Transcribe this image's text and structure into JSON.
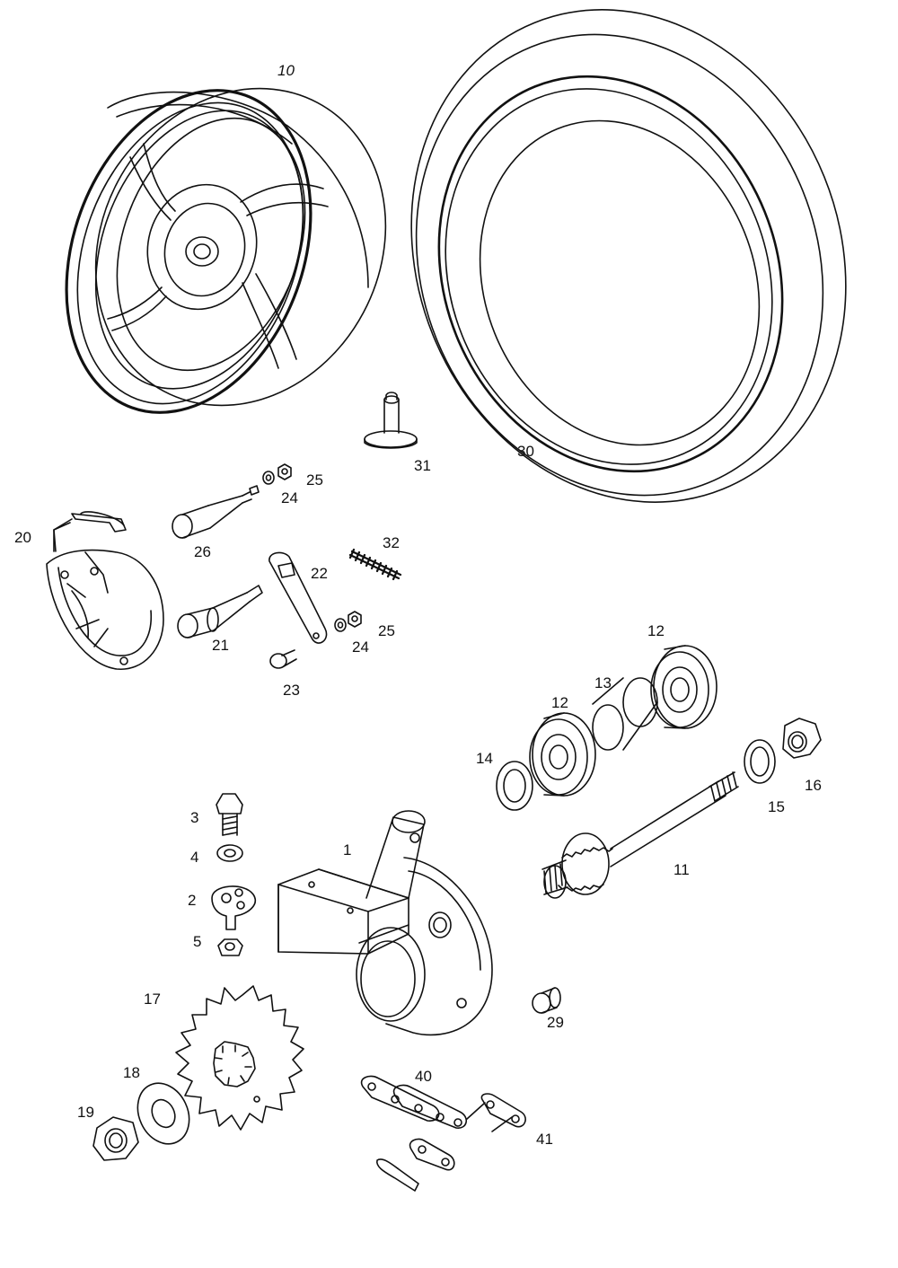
{
  "labels": {
    "p10": "10",
    "p30": "30",
    "p31": "31",
    "p25a": "25",
    "p24a": "24",
    "p20": "20",
    "p26": "26",
    "p32": "32",
    "p22": "22",
    "p21": "21",
    "p25b": "25",
    "p24b": "24",
    "p23": "23",
    "p12a": "12",
    "p13": "13",
    "p12b": "12",
    "p14": "14",
    "p16": "16",
    "p15": "15",
    "p3": "3",
    "p4": "4",
    "p1": "1",
    "p11": "11",
    "p2": "2",
    "p5": "5",
    "p17": "17",
    "p29": "29",
    "p18": "18",
    "p40": "40",
    "p19": "19",
    "p41": "41"
  }
}
